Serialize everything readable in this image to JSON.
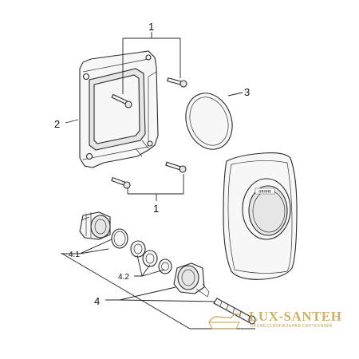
{
  "callouts": {
    "c1_top": "1",
    "c1_bottom": "1",
    "c2": "2",
    "c3": "3",
    "c41": "4.1",
    "c42": "4.2",
    "c4": "4"
  },
  "brand_logo": "GROHE",
  "watermark": {
    "name": "LUX-SANTEH",
    "subtitle": "ПРОФЕССИОНАЛЬНАЯ САНТЕХНИКА"
  }
}
